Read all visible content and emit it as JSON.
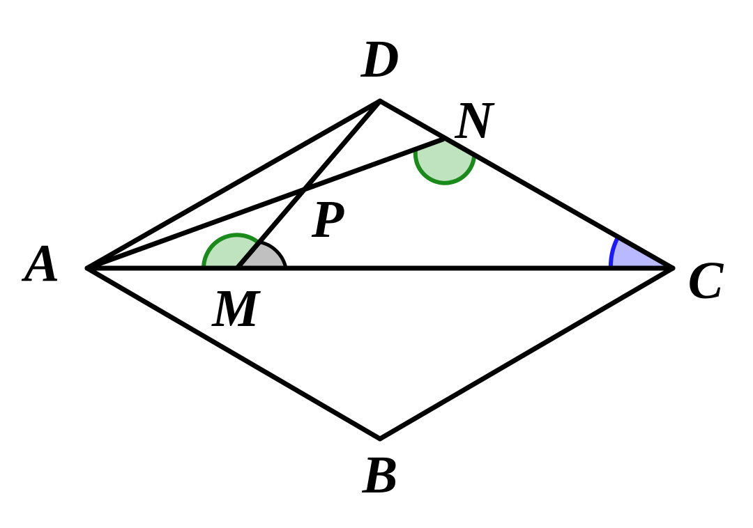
{
  "labels": {
    "A": "A",
    "B": "B",
    "C": "C",
    "D": "D",
    "M": "M",
    "N": "N",
    "P": "P"
  },
  "angle_marks": {
    "green_fill": "#bfe3bf",
    "green_stroke": "#1a8a1a",
    "gray_fill": "#c0c0c0",
    "gray_stroke": "#000000",
    "blue_fill": "#b9b9ff",
    "blue_stroke": "#1a1aff"
  },
  "line_color": "#000000"
}
